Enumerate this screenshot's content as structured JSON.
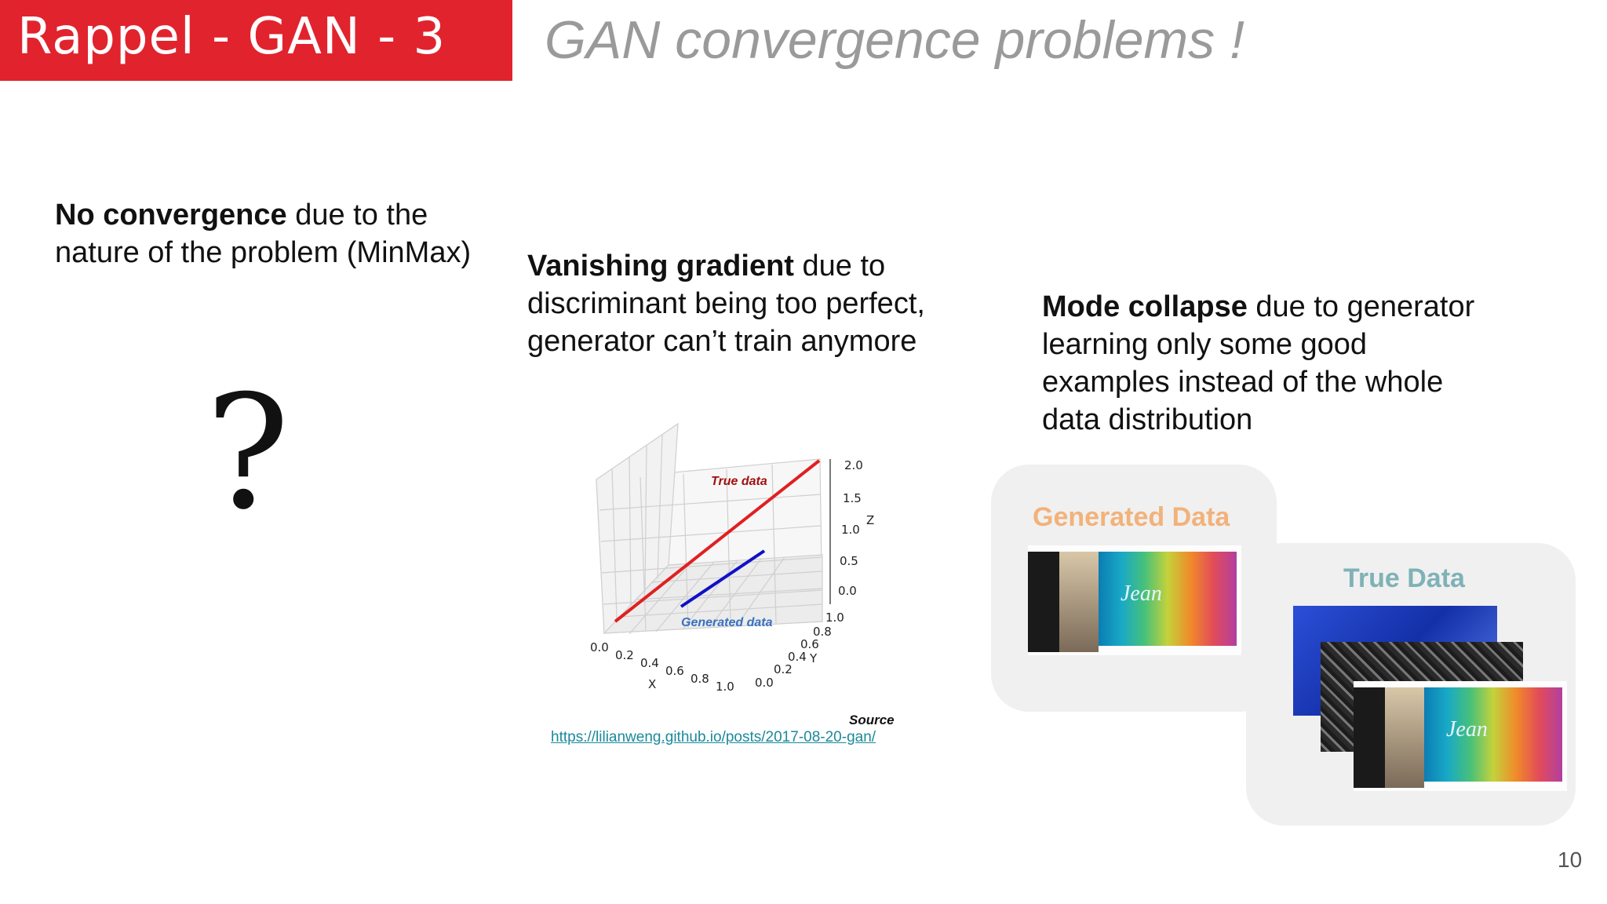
{
  "header": {
    "section": "Rappel - GAN - 3",
    "title": "GAN convergence problems !"
  },
  "col1": {
    "bold": "No convergence",
    "rest": " due to the nature of the problem (MinMax)",
    "symbol": "?"
  },
  "col2": {
    "bold": "Vanishing gradient",
    "rest": " due to discriminant being too perfect, generator can’t train anymore"
  },
  "col3": {
    "bold": "Mode collapse",
    "rest": " due to generator learning only some good examples instead of the whole data distribution"
  },
  "plot": {
    "true_label": "True data",
    "gen_label": "Generated data",
    "x_label": "X",
    "y_label": "Y",
    "z_label": "Z",
    "x_ticks": [
      "0.0",
      "0.2",
      "0.4",
      "0.6",
      "0.8",
      "1.0"
    ],
    "y_ticks": [
      "0.0",
      "0.2",
      "0.4",
      "0.6",
      "0.8",
      "1.0"
    ],
    "z_ticks": [
      "0.0",
      "0.5",
      "1.0",
      "1.5",
      "2.0"
    ],
    "colors": {
      "true": "#e02020",
      "generated": "#1010c8"
    }
  },
  "source": {
    "label": "Source",
    "url": "https://lilianweng.github.io/posts/2017-08-20-gan/"
  },
  "cards": {
    "generated": "Generated Data",
    "true": "True Data"
  },
  "image_text": {
    "jean": "Jean"
  },
  "page_number": "10"
}
